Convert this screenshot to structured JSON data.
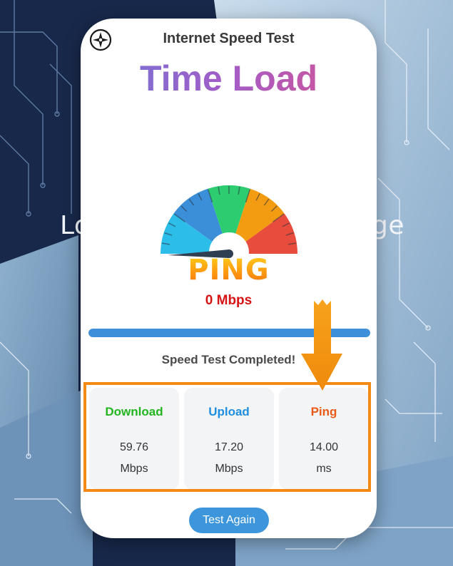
{
  "background": {
    "left_word": "Lo",
    "right_word": "ge"
  },
  "app": {
    "title": "Internet Speed Test",
    "brand": "Time Load"
  },
  "gauge": {
    "label": "PING",
    "speed_text": "0 Mbps",
    "colors": [
      "#2dbde9",
      "#3a8fd8",
      "#2ecc71",
      "#f39c12",
      "#e74c3c"
    ]
  },
  "progress": {
    "fraction": 1.0
  },
  "status": {
    "text": "Speed Test Completed!"
  },
  "results": [
    {
      "label": "Download",
      "value": "59.76",
      "unit": "Mbps",
      "color": "#22b51f"
    },
    {
      "label": "Upload",
      "value": "17.20",
      "unit": "Mbps",
      "color": "#1f8ee0"
    },
    {
      "label": "Ping",
      "value": "14.00",
      "unit": "ms",
      "color": "#ea5a17"
    }
  ],
  "actions": {
    "test_again": "Test Again"
  },
  "annotation": {
    "highlight_color": "#f28a15"
  }
}
